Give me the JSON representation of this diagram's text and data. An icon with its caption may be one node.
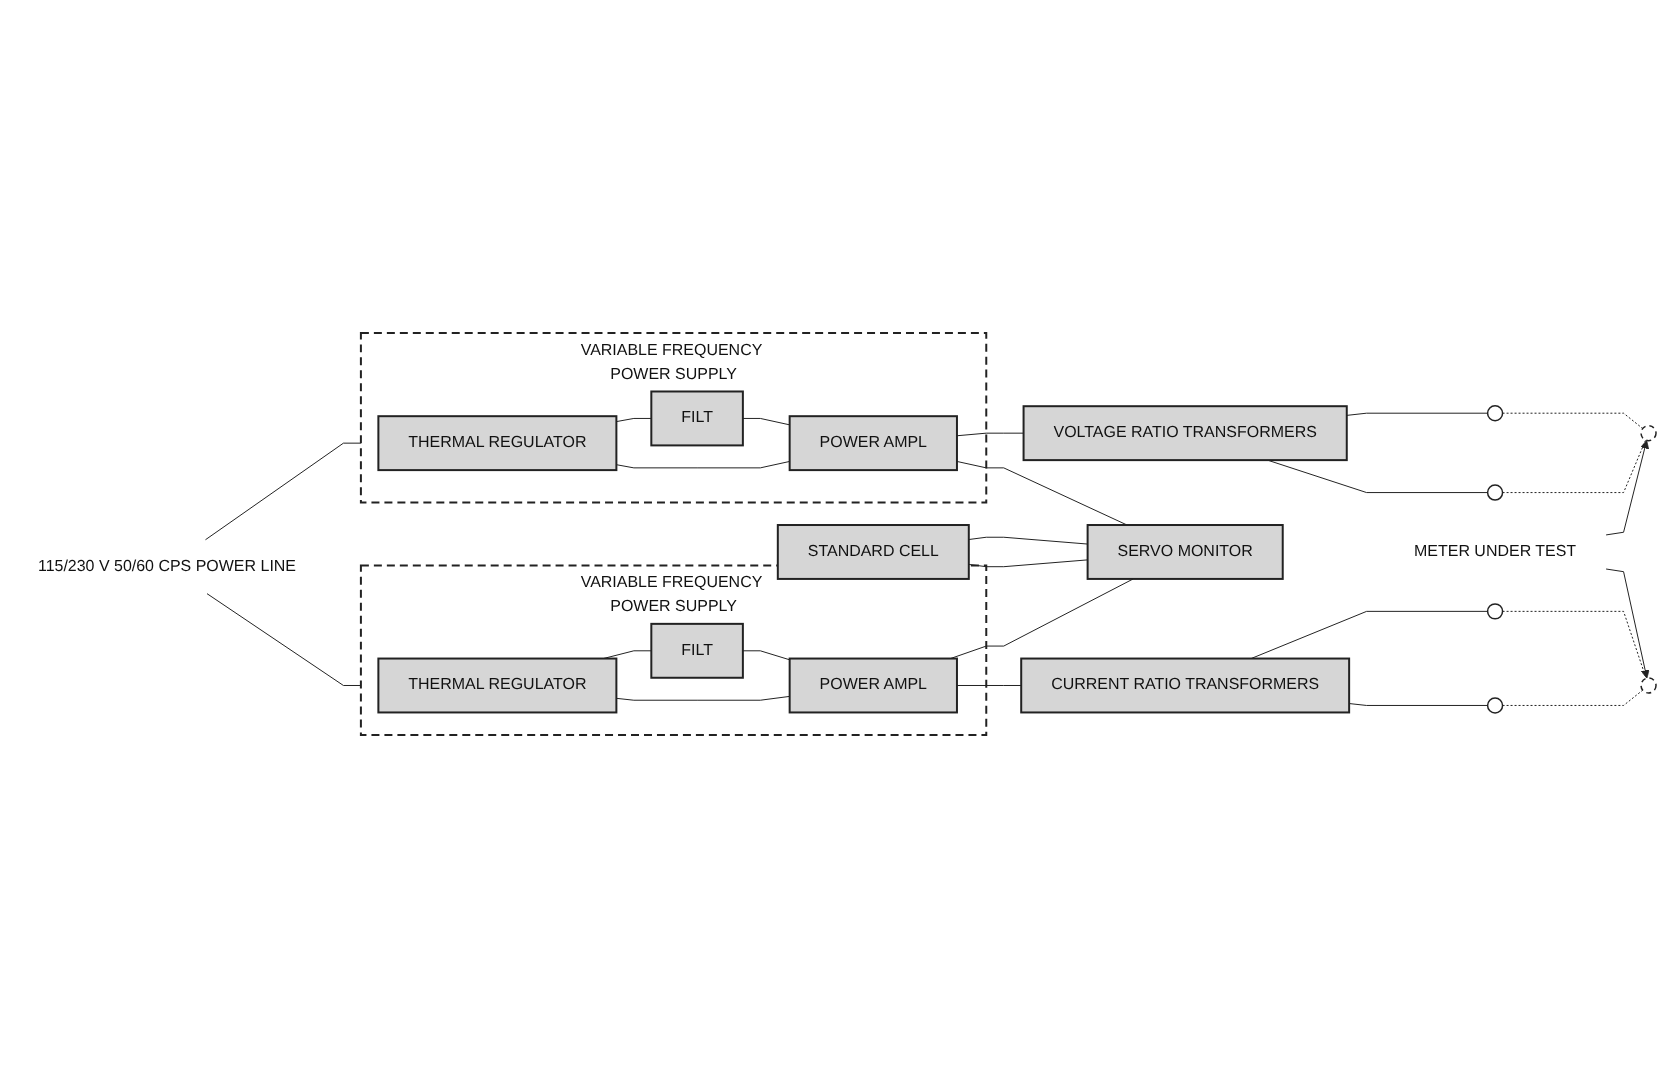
{
  "diagram": {
    "nodes": [
      {
        "text": [
          "VARIABLE FREQUENCY POWER SUPPLY"
        ]
      },
      {
        "text": [
          "THERMAL REGULATOR"
        ],
        "in": 0
      },
      {
        "text": [
          "FILT"
        ],
        "in": 0
      },
      {
        "text": [
          "POWER AMPL"
        ],
        "in": 0
      },
      {
        "text": [
          "VOLTAGE RATIO TRANSFORMERS"
        ]
      },
      {
        "text": [],
        "shape": "circle"
      },
      {
        "text": [],
        "shape": "circle"
      },
      {
        "text": [],
        "shape": "circle"
      },
      {
        "text": [
          "115/230 V 50/60 CPS POWER LINE"
        ]
      },
      {
        "text": [
          "STANDARD CELL"
        ]
      },
      {
        "text": [
          "SERVO MONITOR"
        ]
      },
      {
        "text": [
          "METER UNDER TEST"
        ]
      },
      {
        "text": [
          "VARIABLE FREQUENCY POWER SUPPLY"
        ]
      },
      {
        "text": [
          "THERMAL REGULATOR"
        ],
        "in": 12
      },
      {
        "text": [
          "FILT"
        ],
        "in": 12
      },
      {
        "text": [
          "POWER AMPL"
        ],
        "in": 12
      },
      {
        "text": [
          "CURRENT RATIO TRANSFORMERS"
        ]
      },
      {
        "text": [],
        "shape": "circle"
      },
      {
        "text": [],
        "shape": "circle"
      },
      {
        "text": [],
        "shape": "circle"
      }
    ],
    "edges": [
      {
        "from": 3,
        "to": 1,
        "arrow": "none"
      },
      {
        "from": 1,
        "to": 2,
        "arrow": "none"
      },
      {
        "from": 2,
        "to": 3,
        "arrow": "none"
      },
      {
        "from": 3,
        "to": 4,
        "arrow": "none"
      },
      {
        "from": 3,
        "to": 10,
        "arrow": "none"
      },
      {
        "from": 4,
        "to": 5,
        "arrow": "none"
      },
      {
        "from": 4,
        "to": 6,
        "arrow": "none"
      },
      {
        "from": 5,
        "to": 7,
        "arrow": "none",
        "style": "dashed"
      },
      {
        "from": 6,
        "to": 7,
        "arrow": "none",
        "style": "dashed"
      },
      {
        "from": 8,
        "to": 0,
        "arrow": "none"
      },
      {
        "from": 8,
        "to": 12,
        "arrow": "none"
      },
      {
        "from": 9,
        "to": 10,
        "arrow": "none"
      },
      {
        "from": 9,
        "to": 10,
        "arrow": "none"
      },
      {
        "from": 11,
        "to": 7,
        "arrow": "to"
      },
      {
        "from": 11,
        "to": 19,
        "arrow": "to"
      },
      {
        "from": 15,
        "to": 13,
        "arrow": "none"
      },
      {
        "from": 13,
        "to": 14,
        "arrow": "none"
      },
      {
        "from": 14,
        "to": 15,
        "arrow": "none"
      },
      {
        "from": 15,
        "to": 16,
        "arrow": "none"
      },
      {
        "from": 15,
        "to": 10,
        "arrow": "none"
      },
      {
        "from": 16,
        "to": 17,
        "arrow": "none"
      },
      {
        "from": 16,
        "to": 18,
        "arrow": "none"
      },
      {
        "from": 17,
        "to": 19,
        "arrow": "none",
        "style": "dashed"
      },
      {
        "from": 18,
        "to": 19,
        "arrow": "none",
        "style": "dashed"
      }
    ]
  }
}
